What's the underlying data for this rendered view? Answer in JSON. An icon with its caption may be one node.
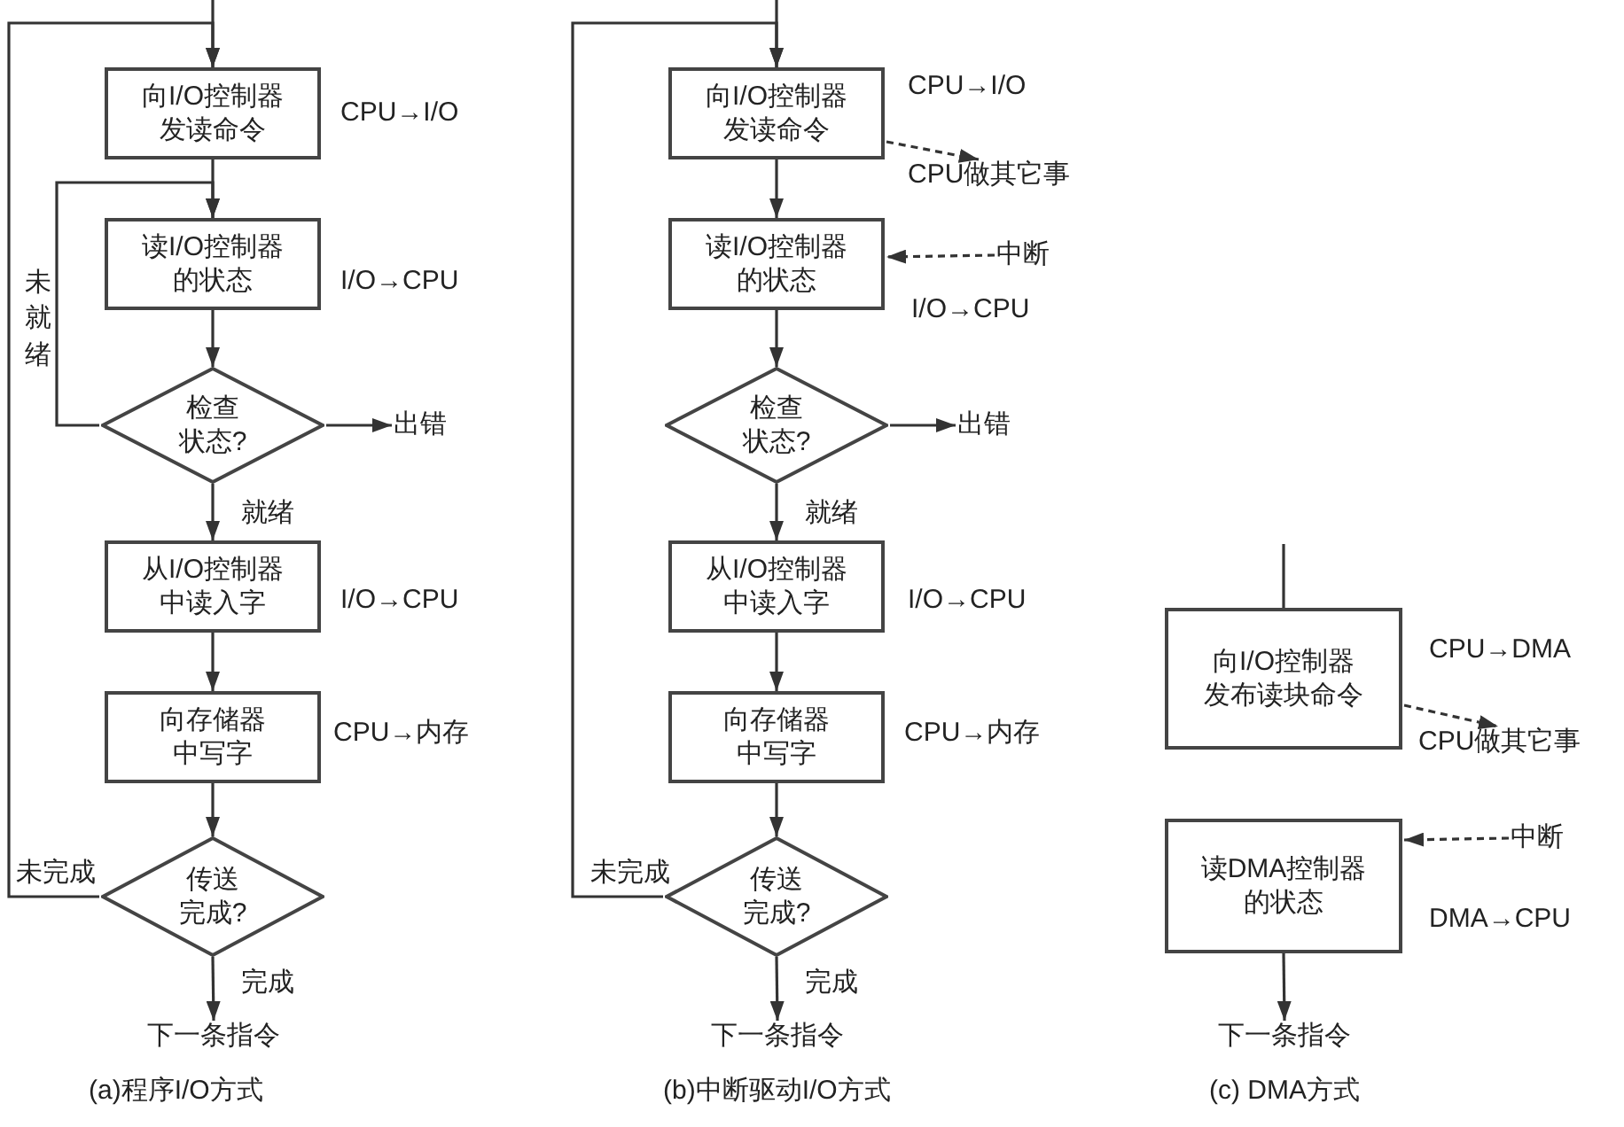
{
  "diagram": {
    "nodes": [
      {
        "text": [
          "向I/O控制器发读命令"
        ],
        "beside": [
          "CPU→I/O"
        ]
      },
      {
        "text": [
          "读I/O控制器的状态"
        ],
        "beside": [
          "I/O→CPU"
        ]
      },
      {
        "text": [
          "检查状态?"
        ]
      },
      {
        "text": [
          "出错"
        ]
      },
      {
        "text": [
          "从I/O控制器中读入字"
        ],
        "beside": [
          "I/O→CPU"
        ]
      },
      {
        "text": [
          "向存储器中写字"
        ],
        "beside": [
          "CPU→内存"
        ]
      },
      {
        "text": [
          "传送完成?"
        ]
      },
      {
        "text": [
          "下一条指令"
        ]
      },
      {
        "text": [
          "向I/O控制器发读命令"
        ],
        "beside": [
          "CPU→I/O"
        ]
      },
      {
        "text": [
          "CPU做其它事"
        ]
      },
      {
        "text": [
          "读I/O控制器的状态"
        ],
        "beside": [
          "I/O→CPU"
        ]
      },
      {
        "text": [
          "中断"
        ]
      },
      {
        "text": [
          "检查状态?"
        ]
      },
      {
        "text": [
          "出错"
        ]
      },
      {
        "text": [
          "从I/O控制器中读入字"
        ],
        "beside": [
          "I/O→CPU"
        ]
      },
      {
        "text": [
          "向存储器中写字"
        ],
        "beside": [
          "CPU→内存"
        ]
      },
      {
        "text": [
          "传送完成?"
        ]
      },
      {
        "text": [
          "下一条指令"
        ]
      },
      {
        "text": [
          "向I/O控制器发布读块命令"
        ],
        "beside": [
          "CPU→DMA"
        ]
      },
      {
        "text": [
          "CPU做其它事"
        ]
      },
      {
        "text": [
          "中断"
        ]
      },
      {
        "text": [
          "读DMA控制器的状态"
        ],
        "beside": [
          "DMA→CPU"
        ]
      },
      {
        "text": [
          "下一条指令"
        ]
      }
    ],
    "edges": [
      {
        "from": null,
        "to": 0,
        "arrow": "to"
      },
      {
        "from": 6,
        "to": 0,
        "arrow": "to",
        "label": "未完成"
      },
      {
        "from": 0,
        "to": 1,
        "arrow": "to"
      },
      {
        "from": 2,
        "to": 1,
        "arrow": "to",
        "label": "未就绪"
      },
      {
        "from": 1,
        "to": 2,
        "arrow": "to"
      },
      {
        "from": 2,
        "to": 3,
        "arrow": "to"
      },
      {
        "from": 2,
        "to": 4,
        "arrow": "to",
        "label": "就绪"
      },
      {
        "from": 4,
        "to": 5,
        "arrow": "to"
      },
      {
        "from": 5,
        "to": 6,
        "arrow": "to"
      },
      {
        "from": 6,
        "to": 7,
        "arrow": "to",
        "label": "完成"
      },
      {
        "from": null,
        "to": 8,
        "arrow": "to"
      },
      {
        "from": 16,
        "to": 8,
        "arrow": "to",
        "label": "未完成"
      },
      {
        "from": 8,
        "to": 10,
        "arrow": "to"
      },
      {
        "from": 8,
        "to": 9,
        "arrow": "to",
        "style": "dashed"
      },
      {
        "from": 11,
        "to": 10,
        "arrow": "to",
        "style": "dashed"
      },
      {
        "from": 10,
        "to": 12,
        "arrow": "to"
      },
      {
        "from": 12,
        "to": 13,
        "arrow": "to"
      },
      {
        "from": 12,
        "to": 14,
        "arrow": "to",
        "label": "就绪"
      },
      {
        "from": 14,
        "to": 15,
        "arrow": "to"
      },
      {
        "from": 15,
        "to": 16,
        "arrow": "to"
      },
      {
        "from": 16,
        "to": 17,
        "arrow": "to",
        "label": "完成"
      },
      {
        "from": null,
        "to": 18,
        "arrow": "none"
      },
      {
        "from": 18,
        "to": 19,
        "arrow": "to",
        "style": "dashed"
      },
      {
        "from": 20,
        "to": 21,
        "arrow": "to",
        "style": "dashed"
      },
      {
        "from": 21,
        "to": 22,
        "arrow": "to"
      }
    ],
    "labels": [
      "(a)程序I/O方式",
      "(b)中断驱动I/O方式",
      "(c) DMA方式"
    ]
  }
}
